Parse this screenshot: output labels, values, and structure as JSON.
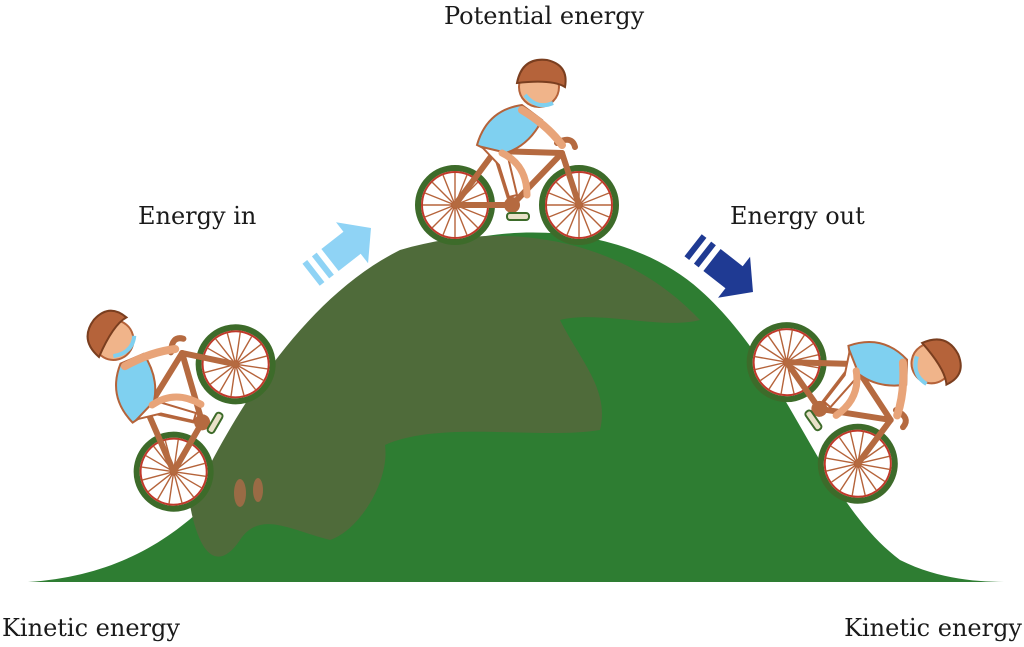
{
  "labels": {
    "top": "Potential energy",
    "energy_in": "Energy in",
    "energy_out": "Energy out",
    "kinetic_left": "Kinetic energy",
    "kinetic_right": "Kinetic energy"
  },
  "colors": {
    "hill": "#2e7d32",
    "hill_shadow": "#4f6b3a",
    "arrow_in": "#8fd3f5",
    "arrow_out": "#1f3a93",
    "helmet": "#b5633a",
    "shirt": "#7fd0f0",
    "bike": "#b56a40",
    "tire": "#3d6b2a"
  },
  "icons": {
    "arrow_in": "arrow-up-right-icon",
    "arrow_out": "arrow-down-right-icon",
    "cyclist": "cyclist-icon"
  }
}
